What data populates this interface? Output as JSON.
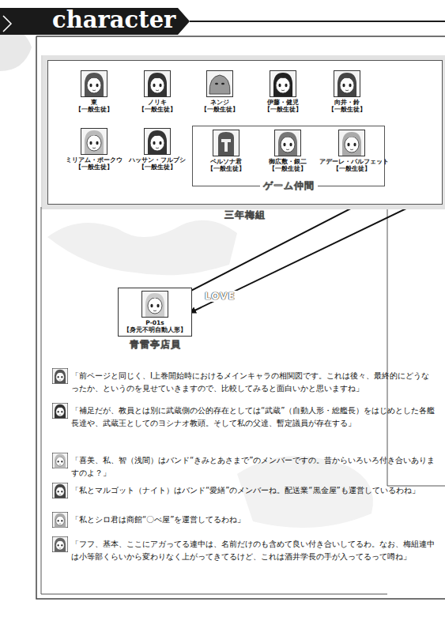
{
  "diagram": {
    "title": "character",
    "nodes": [
      {
        "text": [
          "三年梅組"
        ]
      },
      {
        "text": [
          "東",
          "【一般生徒】"
        ],
        "in": 0
      },
      {
        "text": [
          "ノリキ",
          "【一般生徒】"
        ],
        "in": 0
      },
      {
        "text": [
          "ネンジ",
          "【一般生徒】"
        ],
        "in": 0
      },
      {
        "text": [
          "伊藤・健児",
          "【一般生徒】"
        ],
        "in": 0
      },
      {
        "text": [
          "向井・鈴",
          "【一般生徒】"
        ],
        "in": 0
      },
      {
        "text": [
          "ミリアム・ポークウ",
          "【一般生徒】"
        ],
        "in": 0
      },
      {
        "text": [
          "ハッサン・フルブシ",
          "【一般生徒】"
        ],
        "in": 0
      },
      {
        "text": [
          "ゲーム仲間"
        ],
        "in": 0
      },
      {
        "text": [
          "ペルソナ君",
          "【一般生徒】"
        ],
        "in": 8
      },
      {
        "text": [
          "御広敷・銀二",
          "【一般生徒】"
        ],
        "in": 8
      },
      {
        "text": [
          "アデーレ・バルフェット",
          "【一般生徒】"
        ],
        "in": 8
      },
      {
        "text": [
          "P-01s",
          "【身元不明自動人形】",
          "青雷亭店員"
        ]
      }
    ],
    "labels": [
      "LOVE",
      "「前ページと同じく、I上巻開始時におけるメインキャラの相関図です。これは後々、最終的にどうなったか、というのを見せていきますので、比較してみると面白いかと思いますね」",
      "「補足だが、教員とは別に武蔵側の公的存在としては“武蔵”（自動人形・総艦長）をはじめとした各艦長達や、武蔵王としてのヨシナオ教頭。そして私の父達、暫定議員が存在する」",
      "「喜美、私、智（浅間）はバンド“きみとあさまで”のメンバーですの。昔からいろいろ付き合いありますのよ？」",
      "「私とマルゴット（ナイト）はバンド“愛繕”のメンバーね。配送業“黒金屋”も運営しているわね」",
      "「私とシロ君は商館“〇べ屋”を運営してるわね」",
      "「フフ、基本、ここにアガってる連中は、名前だけのも含めて良い付き合いしてるわ。なお、梅組連中は小等部くらいから変わりなく上がってきてるけど、これは酒井学長の手が入ってるって噂ね」"
    ]
  }
}
